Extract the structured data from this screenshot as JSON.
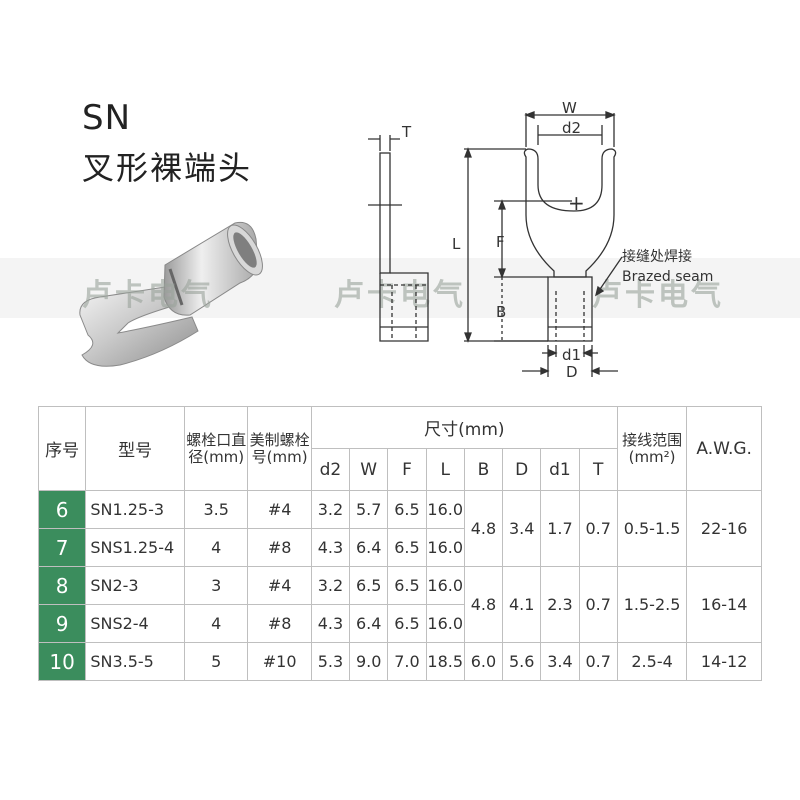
{
  "title": {
    "code": "SN",
    "name": "叉形裸端头"
  },
  "watermarks": [
    "卢卡电气",
    "卢卡电气",
    "卢卡电气"
  ],
  "drawing": {
    "labels": {
      "T": "T",
      "W": "W",
      "d2": "d2",
      "F": "F",
      "L": "L",
      "B": "B",
      "d1": "d1",
      "D": "D",
      "plus": "+"
    },
    "seam_cn": "接缝处焊接",
    "seam_en": "Brazed seam"
  },
  "table": {
    "headers": {
      "index": "序号",
      "model": "型号",
      "bolt_dia": "螺栓口直径(mm)",
      "us_bolt": "美制螺栓号(mm)",
      "size": "尺寸(mm)",
      "range": "接线范围(mm²)",
      "awg": "A.W.G.",
      "sub": [
        "d2",
        "W",
        "F",
        "L",
        "B",
        "D",
        "d1",
        "T"
      ]
    },
    "rows": [
      {
        "idx": "6",
        "model": "SN1.25-3",
        "bolt": "3.5",
        "us": "#4",
        "d2": "3.2",
        "W": "5.7",
        "F": "6.5",
        "L": "16.0"
      },
      {
        "idx": "7",
        "model": "SNS1.25-4",
        "bolt": "4",
        "us": "#8",
        "d2": "4.3",
        "W": "6.4",
        "F": "6.5",
        "L": "16.0"
      },
      {
        "idx": "8",
        "model": "SN2-3",
        "bolt": "3",
        "us": "#4",
        "d2": "3.2",
        "W": "6.5",
        "F": "6.5",
        "L": "16.0"
      },
      {
        "idx": "9",
        "model": "SNS2-4",
        "bolt": "4",
        "us": "#8",
        "d2": "4.3",
        "W": "6.4",
        "F": "6.5",
        "L": "16.0"
      },
      {
        "idx": "10",
        "model": "SN3.5-5",
        "bolt": "5",
        "us": "#10",
        "d2": "5.3",
        "W": "9.0",
        "F": "7.0",
        "L": "18.5"
      }
    ],
    "groups": [
      {
        "B": "4.8",
        "D": "3.4",
        "d1": "1.7",
        "T": "0.7",
        "range": "0.5-1.5",
        "awg": "22-16"
      },
      {
        "B": "4.8",
        "D": "4.1",
        "d1": "2.3",
        "T": "0.7",
        "range": "1.5-2.5",
        "awg": "16-14"
      },
      {
        "B": "6.0",
        "D": "5.6",
        "d1": "3.4",
        "T": "0.7",
        "range": "2.5-4",
        "awg": "14-12"
      }
    ]
  },
  "colors": {
    "index_cell": "#3b8d5d",
    "border": "#bfbfbf",
    "watermark": "#9aa39b"
  }
}
